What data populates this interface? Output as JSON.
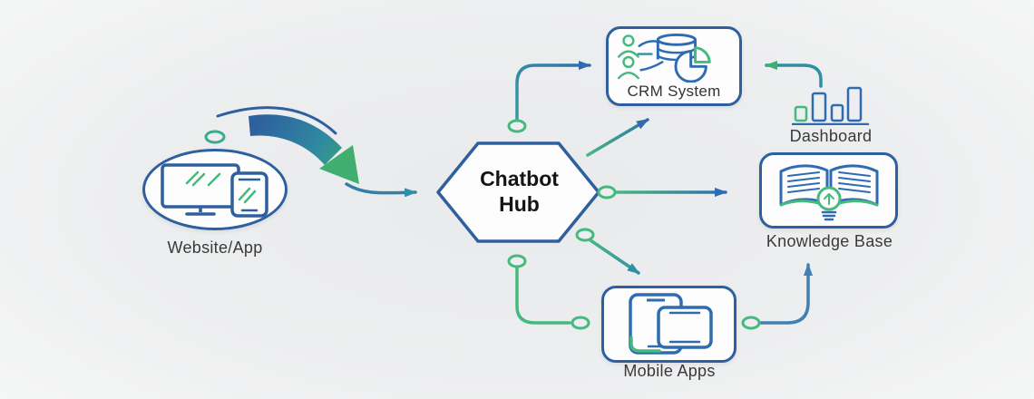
{
  "diagram": {
    "type": "flow-diagram",
    "colors": {
      "background": "#edeeef",
      "node_border_blue": "#2e5f9e",
      "arrow_blue": "#2e6bb0",
      "teal": "#2f8fa6",
      "green": "#45b97e",
      "steel_blue": "#4080b4",
      "label_text": "#3a3a3a",
      "hub_text": "#141414",
      "node_fill": "#fdfdfe"
    },
    "nodes": {
      "website": {
        "label": "Website/App",
        "shape": "ellipse",
        "icon": "desktop-and-smartphone-icon"
      },
      "hub": {
        "label": "Chatbot Hub",
        "shape": "hexagon"
      },
      "crm": {
        "label": "CRM System",
        "shape": "rounded-rect",
        "icon": "users-database-piechart-icon"
      },
      "dashboard": {
        "label": "Dashboard",
        "shape": "icon-only",
        "icon": "bar-chart-icon"
      },
      "knowledge_base": {
        "label": "Knowledge Base",
        "shape": "rounded-rect",
        "icon": "open-book-lightbulb-icon"
      },
      "mobile_apps": {
        "label": "Mobile Apps",
        "shape": "rounded-rect",
        "icon": "two-smartphones-icon"
      }
    },
    "edges": [
      {
        "from": "website",
        "to": "hub",
        "style": "curved-line-arrow",
        "color": "teal"
      },
      {
        "from": "hub",
        "to": "crm",
        "style": "elbow-up-right",
        "color": "teal-to-blue-gradient"
      },
      {
        "from": "hub",
        "to": "crm",
        "style": "diagonal-up-right",
        "color": "green-to-blue-gradient"
      },
      {
        "from": "hub",
        "to": "knowledge_base",
        "style": "straight-right",
        "color": "green-to-blue-gradient"
      },
      {
        "from": "hub",
        "to": "mobile_apps",
        "style": "diagonal-down-right",
        "color": "green-to-teal-gradient"
      },
      {
        "from": "hub",
        "to": "mobile_apps",
        "style": "elbow-down-right",
        "color": "green"
      },
      {
        "from": "mobile_apps",
        "to": "knowledge_base",
        "style": "elbow-right-up",
        "color": "steel-blue"
      },
      {
        "from": "dashboard",
        "to": "crm",
        "style": "elbow-up-left",
        "color": "teal-with-green-arrowhead"
      }
    ],
    "decorations": [
      {
        "name": "large-swoosh-arrow",
        "description": "thick curved gradient arrow blue-to-green pointing toward hub input"
      },
      {
        "name": "connector-rings",
        "count": 7,
        "color": "#45b97e"
      }
    ]
  }
}
